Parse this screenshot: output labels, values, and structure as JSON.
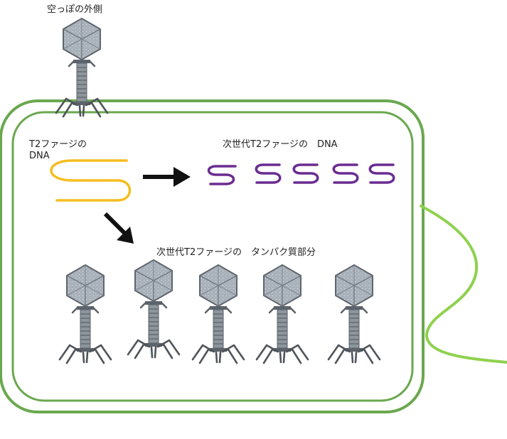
{
  "labels": {
    "empty_shell": "空っぽの外側",
    "parent_dna_line1": "T2ファージの",
    "parent_dna_line2": "DNA",
    "next_gen_dna": "次世代T2ファージの　DNA",
    "next_gen_protein": "次世代T2ファージの　タンパク質部分"
  },
  "colors": {
    "cell_outer": "#6aa84f",
    "cell_inner": "#6aa84f",
    "flagellum": "#8fd14f",
    "parent_dna": "#f5bd1f",
    "next_dna": "#6a2c91",
    "arrow": "#111111",
    "phage_head": "#9aa3ad",
    "phage_body": "#6d747c"
  },
  "next_gen_dna_count": 5,
  "next_gen_phage_count": 5
}
